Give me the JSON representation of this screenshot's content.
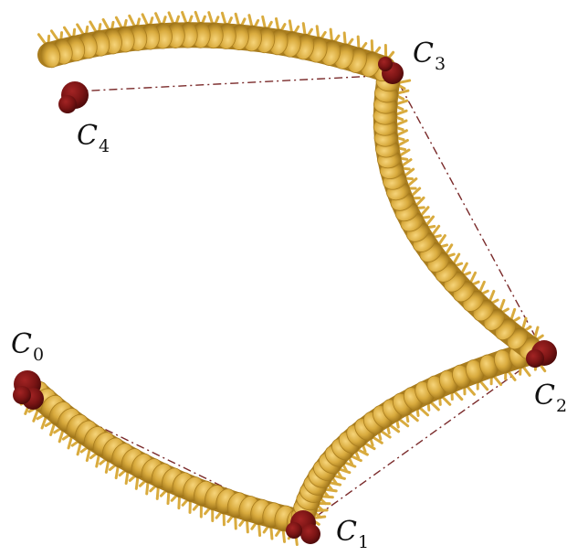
{
  "points": [
    {
      "id": "c0",
      "letter": "C",
      "index": "0"
    },
    {
      "id": "c1",
      "letter": "C",
      "index": "1"
    },
    {
      "id": "c2",
      "letter": "C",
      "index": "2"
    },
    {
      "id": "c3",
      "letter": "C",
      "index": "3"
    },
    {
      "id": "c4",
      "letter": "C",
      "index": "4"
    }
  ],
  "colors": {
    "background": "#ffffff",
    "segment_body": "#d9ab3e",
    "segment_shade": "#a97d1e",
    "segment_highlight": "#f2cf6e",
    "joint": "#7a1414",
    "joint_shade": "#4e0a0a",
    "chord": "#7a2a2a",
    "label_text": "#111111"
  }
}
